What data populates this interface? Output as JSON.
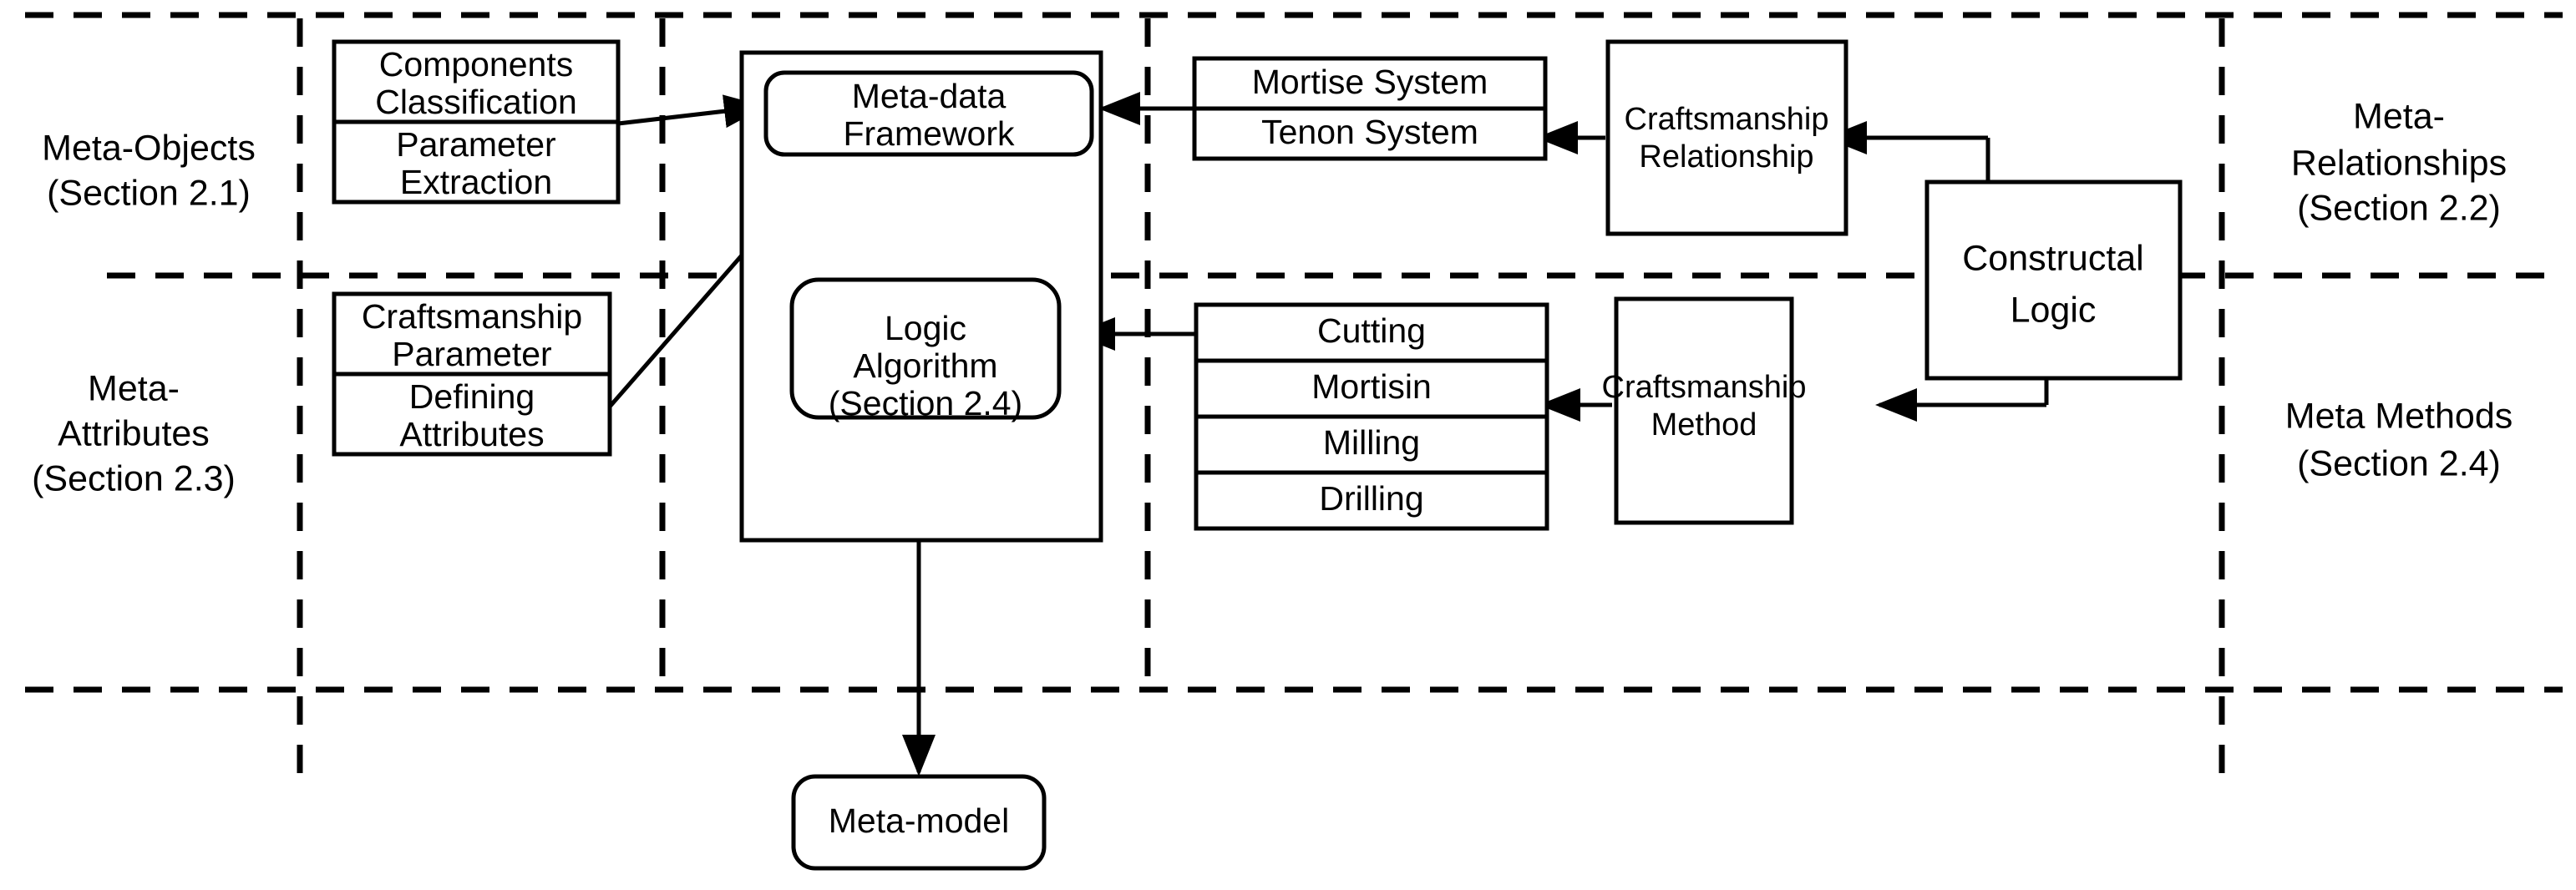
{
  "diagram": {
    "title": "Meta-model framework diagram",
    "stroke_color": "#000000",
    "background_color": "#ffffff"
  },
  "zones": {
    "meta_objects": {
      "line1": "Meta-Objects",
      "line2": "(Section 2.1)"
    },
    "meta_attributes": {
      "line1": "Meta-",
      "line2": "Attributes",
      "line3": "(Section 2.3)"
    },
    "meta_relationships": {
      "line1": "Meta-",
      "line2": "Relationships",
      "line3": "(Section 2.2)"
    },
    "meta_methods": {
      "line1": "Meta Methods",
      "line2": "(Section 2.4)"
    }
  },
  "nodes": {
    "components_classification": {
      "line1": "Components",
      "line2": "Classification"
    },
    "parameter_extraction": {
      "line1": "Parameter",
      "line2": "Extraction"
    },
    "craftsmanship_parameter": {
      "line1": "Craftsmanship",
      "line2": "Parameter"
    },
    "defining_attributes": {
      "line1": "Defining",
      "line2": "Attributes"
    },
    "meta_data_framework": {
      "line1": "Meta-data",
      "line2": "Framework"
    },
    "logic_algorithm": {
      "line1": "Logic",
      "line2": "Algorithm",
      "line3": "(Section 2.4)"
    },
    "meta_model": {
      "line1": "Meta-model"
    },
    "mortise_system": {
      "line1": "Mortise System"
    },
    "tenon_system": {
      "line1": "Tenon System"
    },
    "craftsmanship_relationship": {
      "line1": "Craftsmanship",
      "line2": "Relationship"
    },
    "constructal_logic": {
      "line1": "Constructal",
      "line2": "Logic"
    },
    "craftsmanship_method": {
      "line1": "Craftsmanship",
      "line2": "Method"
    },
    "methods_list": {
      "items": [
        "Cutting",
        "Mortisin",
        "Milling",
        "Drilling"
      ]
    }
  },
  "connections": [
    {
      "from": "components-classification-parameter-extraction",
      "to": "meta-data-framework",
      "style": "solid-arrow"
    },
    {
      "from": "craftsmanship-parameter-defining-attributes",
      "to": "meta-data-framework",
      "style": "solid-arrow"
    },
    {
      "from": "meta-data-framework",
      "to": "logic-algorithm",
      "style": "solid-arrow"
    },
    {
      "from": "logic-algorithm",
      "to": "meta-data-framework",
      "style": "solid-arrow"
    },
    {
      "from": "logic-algorithm",
      "to": "meta-model",
      "style": "solid-arrow"
    },
    {
      "from": "mortise-tenon-system",
      "to": "meta-data-framework",
      "style": "solid-arrow"
    },
    {
      "from": "craftsmanship-relationship",
      "to": "mortise-tenon-system",
      "style": "solid-arrow"
    },
    {
      "from": "constructal-logic",
      "to": "craftsmanship-relationship",
      "style": "solid-arrow"
    },
    {
      "from": "methods-list",
      "to": "logic-algorithm",
      "style": "solid-arrow"
    },
    {
      "from": "craftsmanship-method",
      "to": "methods-list",
      "style": "solid-arrow"
    },
    {
      "from": "constructal-logic",
      "to": "craftsmanship-method",
      "style": "solid-arrow"
    }
  ]
}
